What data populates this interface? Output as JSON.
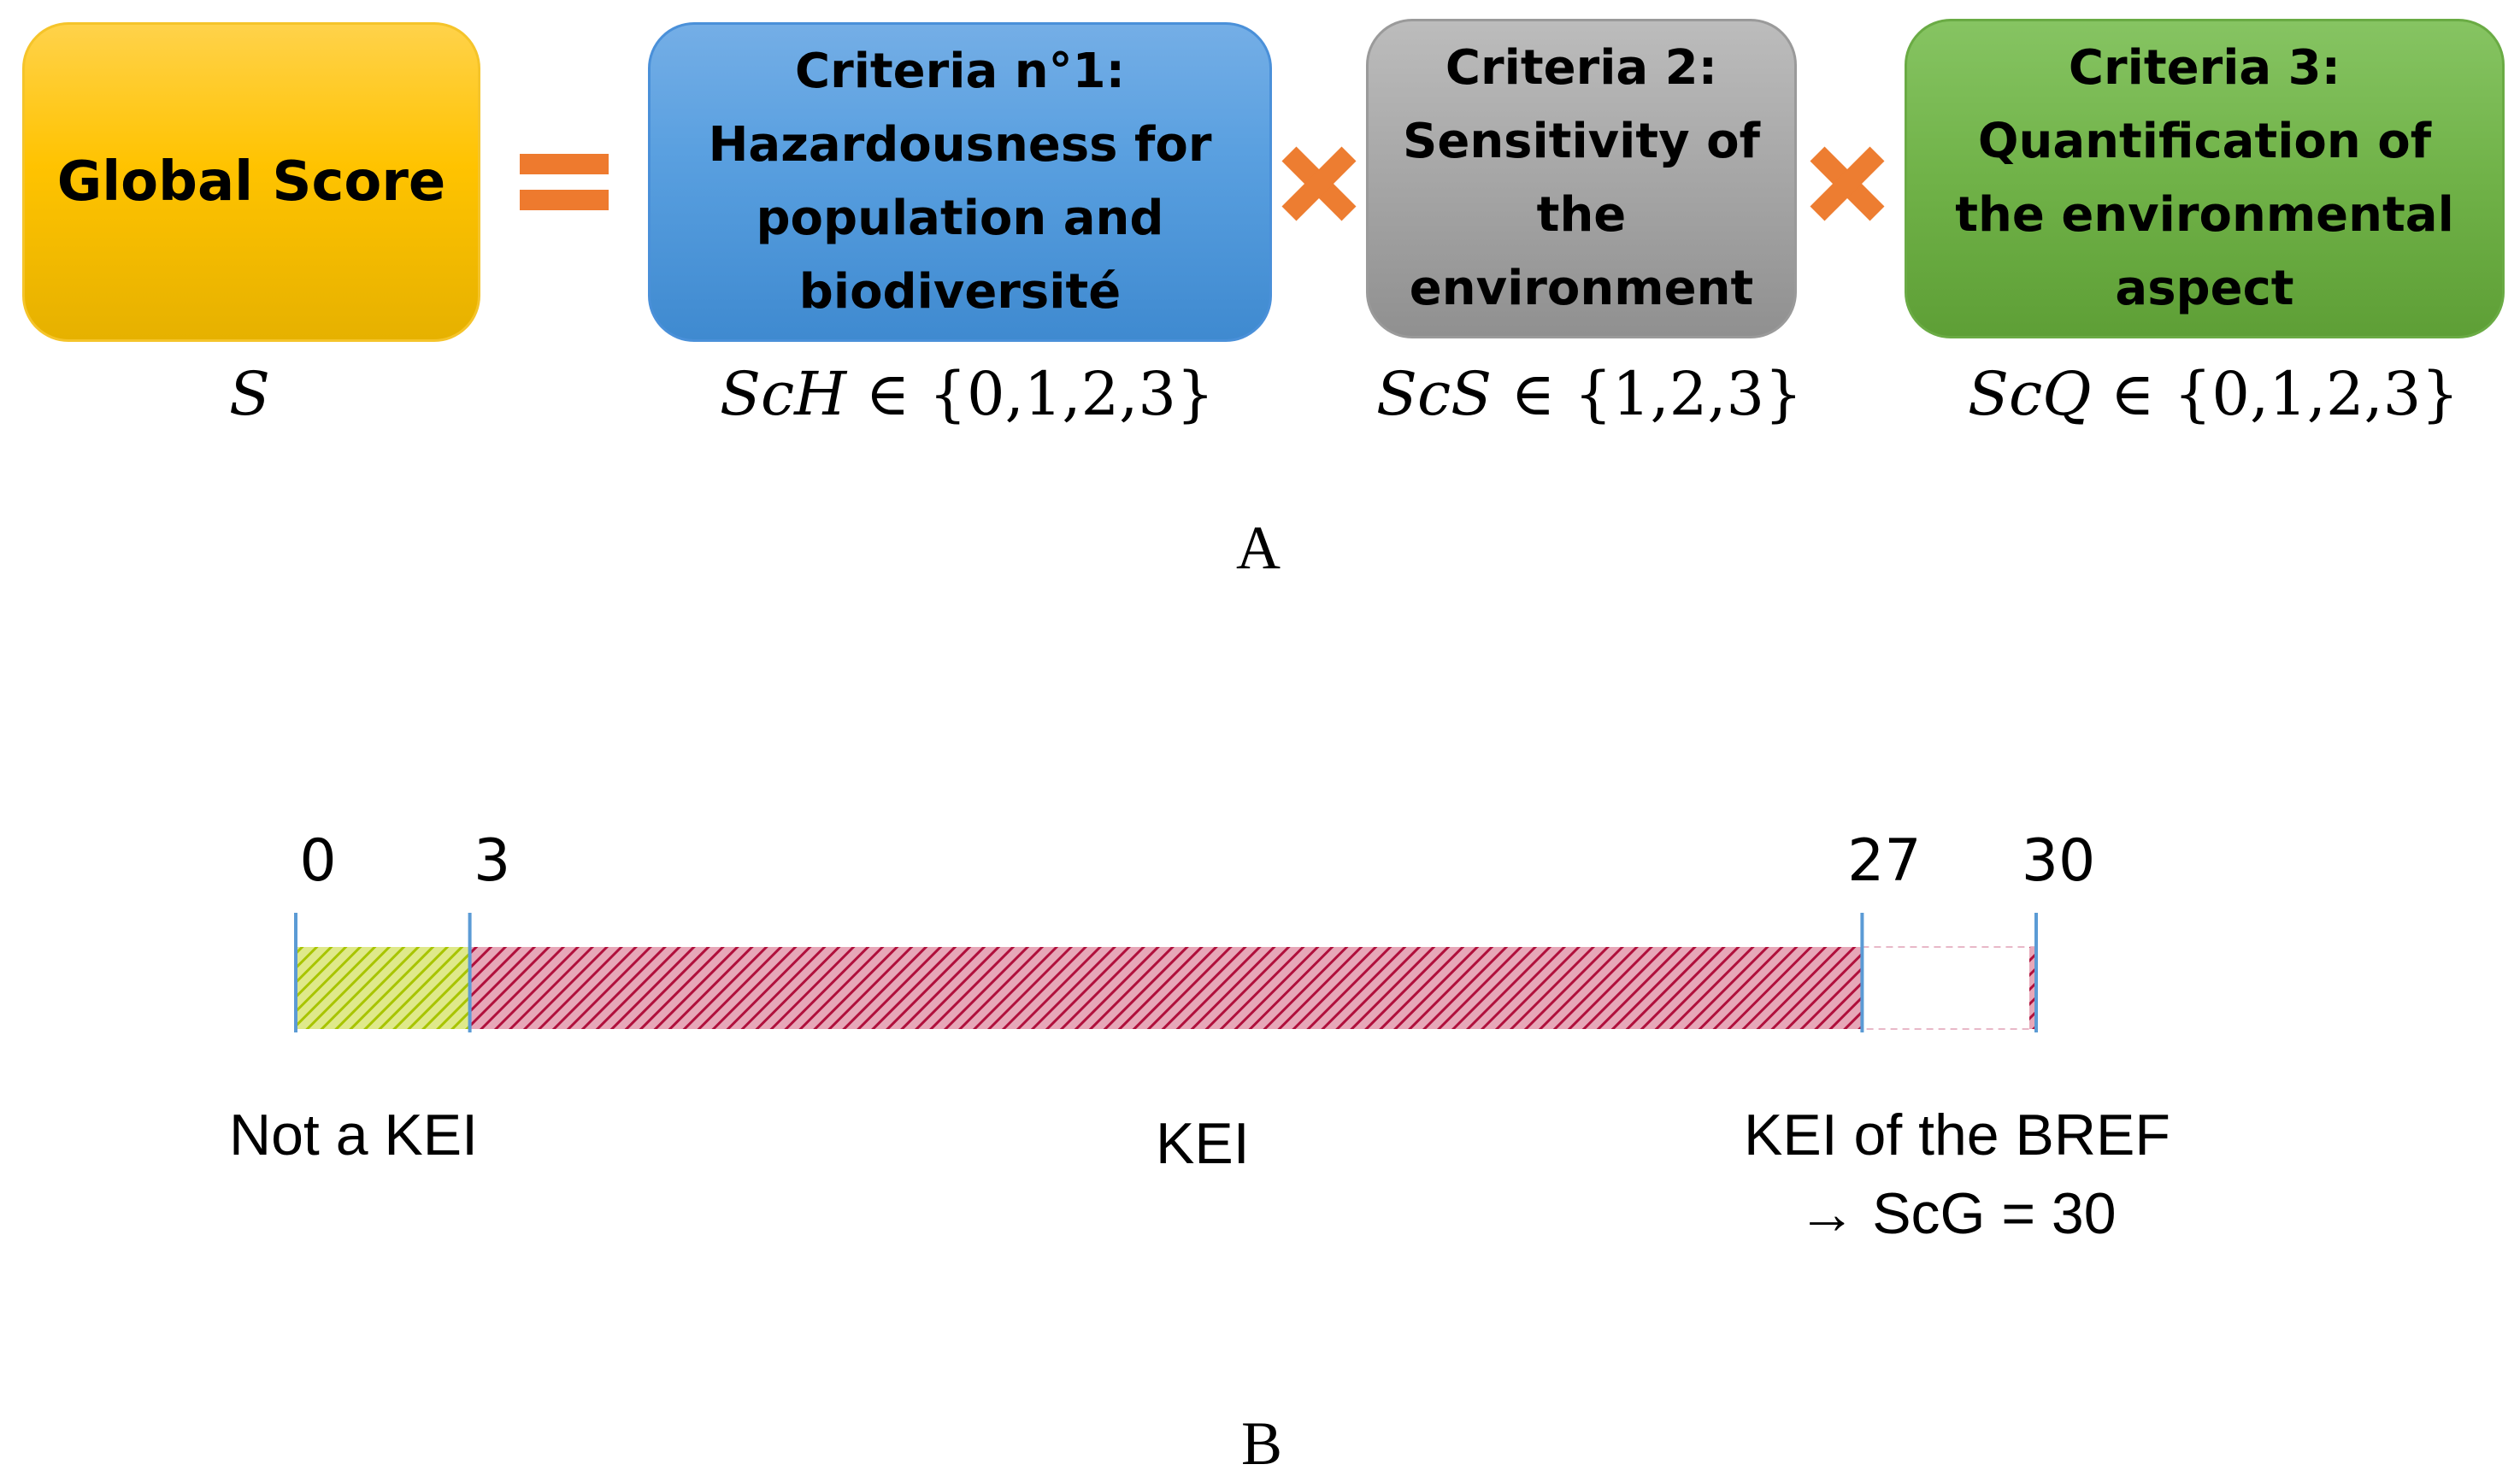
{
  "panel_a": {
    "label": "A",
    "global_box": {
      "text": "Global Score",
      "color": "#ffc000"
    },
    "criteria": [
      {
        "text": "Criteria n°1:\nHazardousness for\npopulation and\nbiodiversité",
        "color": "#5b9bd5"
      },
      {
        "text": "Criteria 2:\nSensitivity of\nthe\nenvironment",
        "color": "#a5a5a5"
      },
      {
        "text": "Criteria 3:\nQuantification of\nthe environmental\naspect",
        "color": "#70ad47"
      }
    ],
    "operator_color": "#ed7d31",
    "formulas": {
      "global": {
        "var": "S",
        "rest": ""
      },
      "c1": {
        "var": "ScH",
        "rest": " ∈ {0,1,2,3}"
      },
      "c2": {
        "var": "ScS",
        "rest": " ∈ {1,2,3}"
      },
      "c3": {
        "var": "ScQ",
        "rest": " ∈ {0,1,2,3}"
      }
    }
  },
  "panel_b": {
    "label": "B",
    "scale": {
      "min": 0,
      "max": 30,
      "ticks": [
        0,
        3,
        27,
        30
      ],
      "tick_labels": [
        "0",
        "3",
        "27",
        "30"
      ],
      "segments": [
        {
          "from": 0,
          "to": 3,
          "color": "#a8c400",
          "pattern": "hatched"
        },
        {
          "from": 3,
          "to": 27,
          "color": "#b0103c",
          "pattern": "hatched"
        },
        {
          "from": 27,
          "to": 30,
          "color": "#e8b8c8",
          "pattern": "empty-dashed"
        }
      ],
      "end_marker_color": "#b0103c"
    },
    "ranges": {
      "not_kei": "Not a KEI",
      "kei": "KEI",
      "kei_bref": "KEI of the BREF\n→ ScG = 30"
    },
    "tick_color": "#5b9bd5"
  }
}
